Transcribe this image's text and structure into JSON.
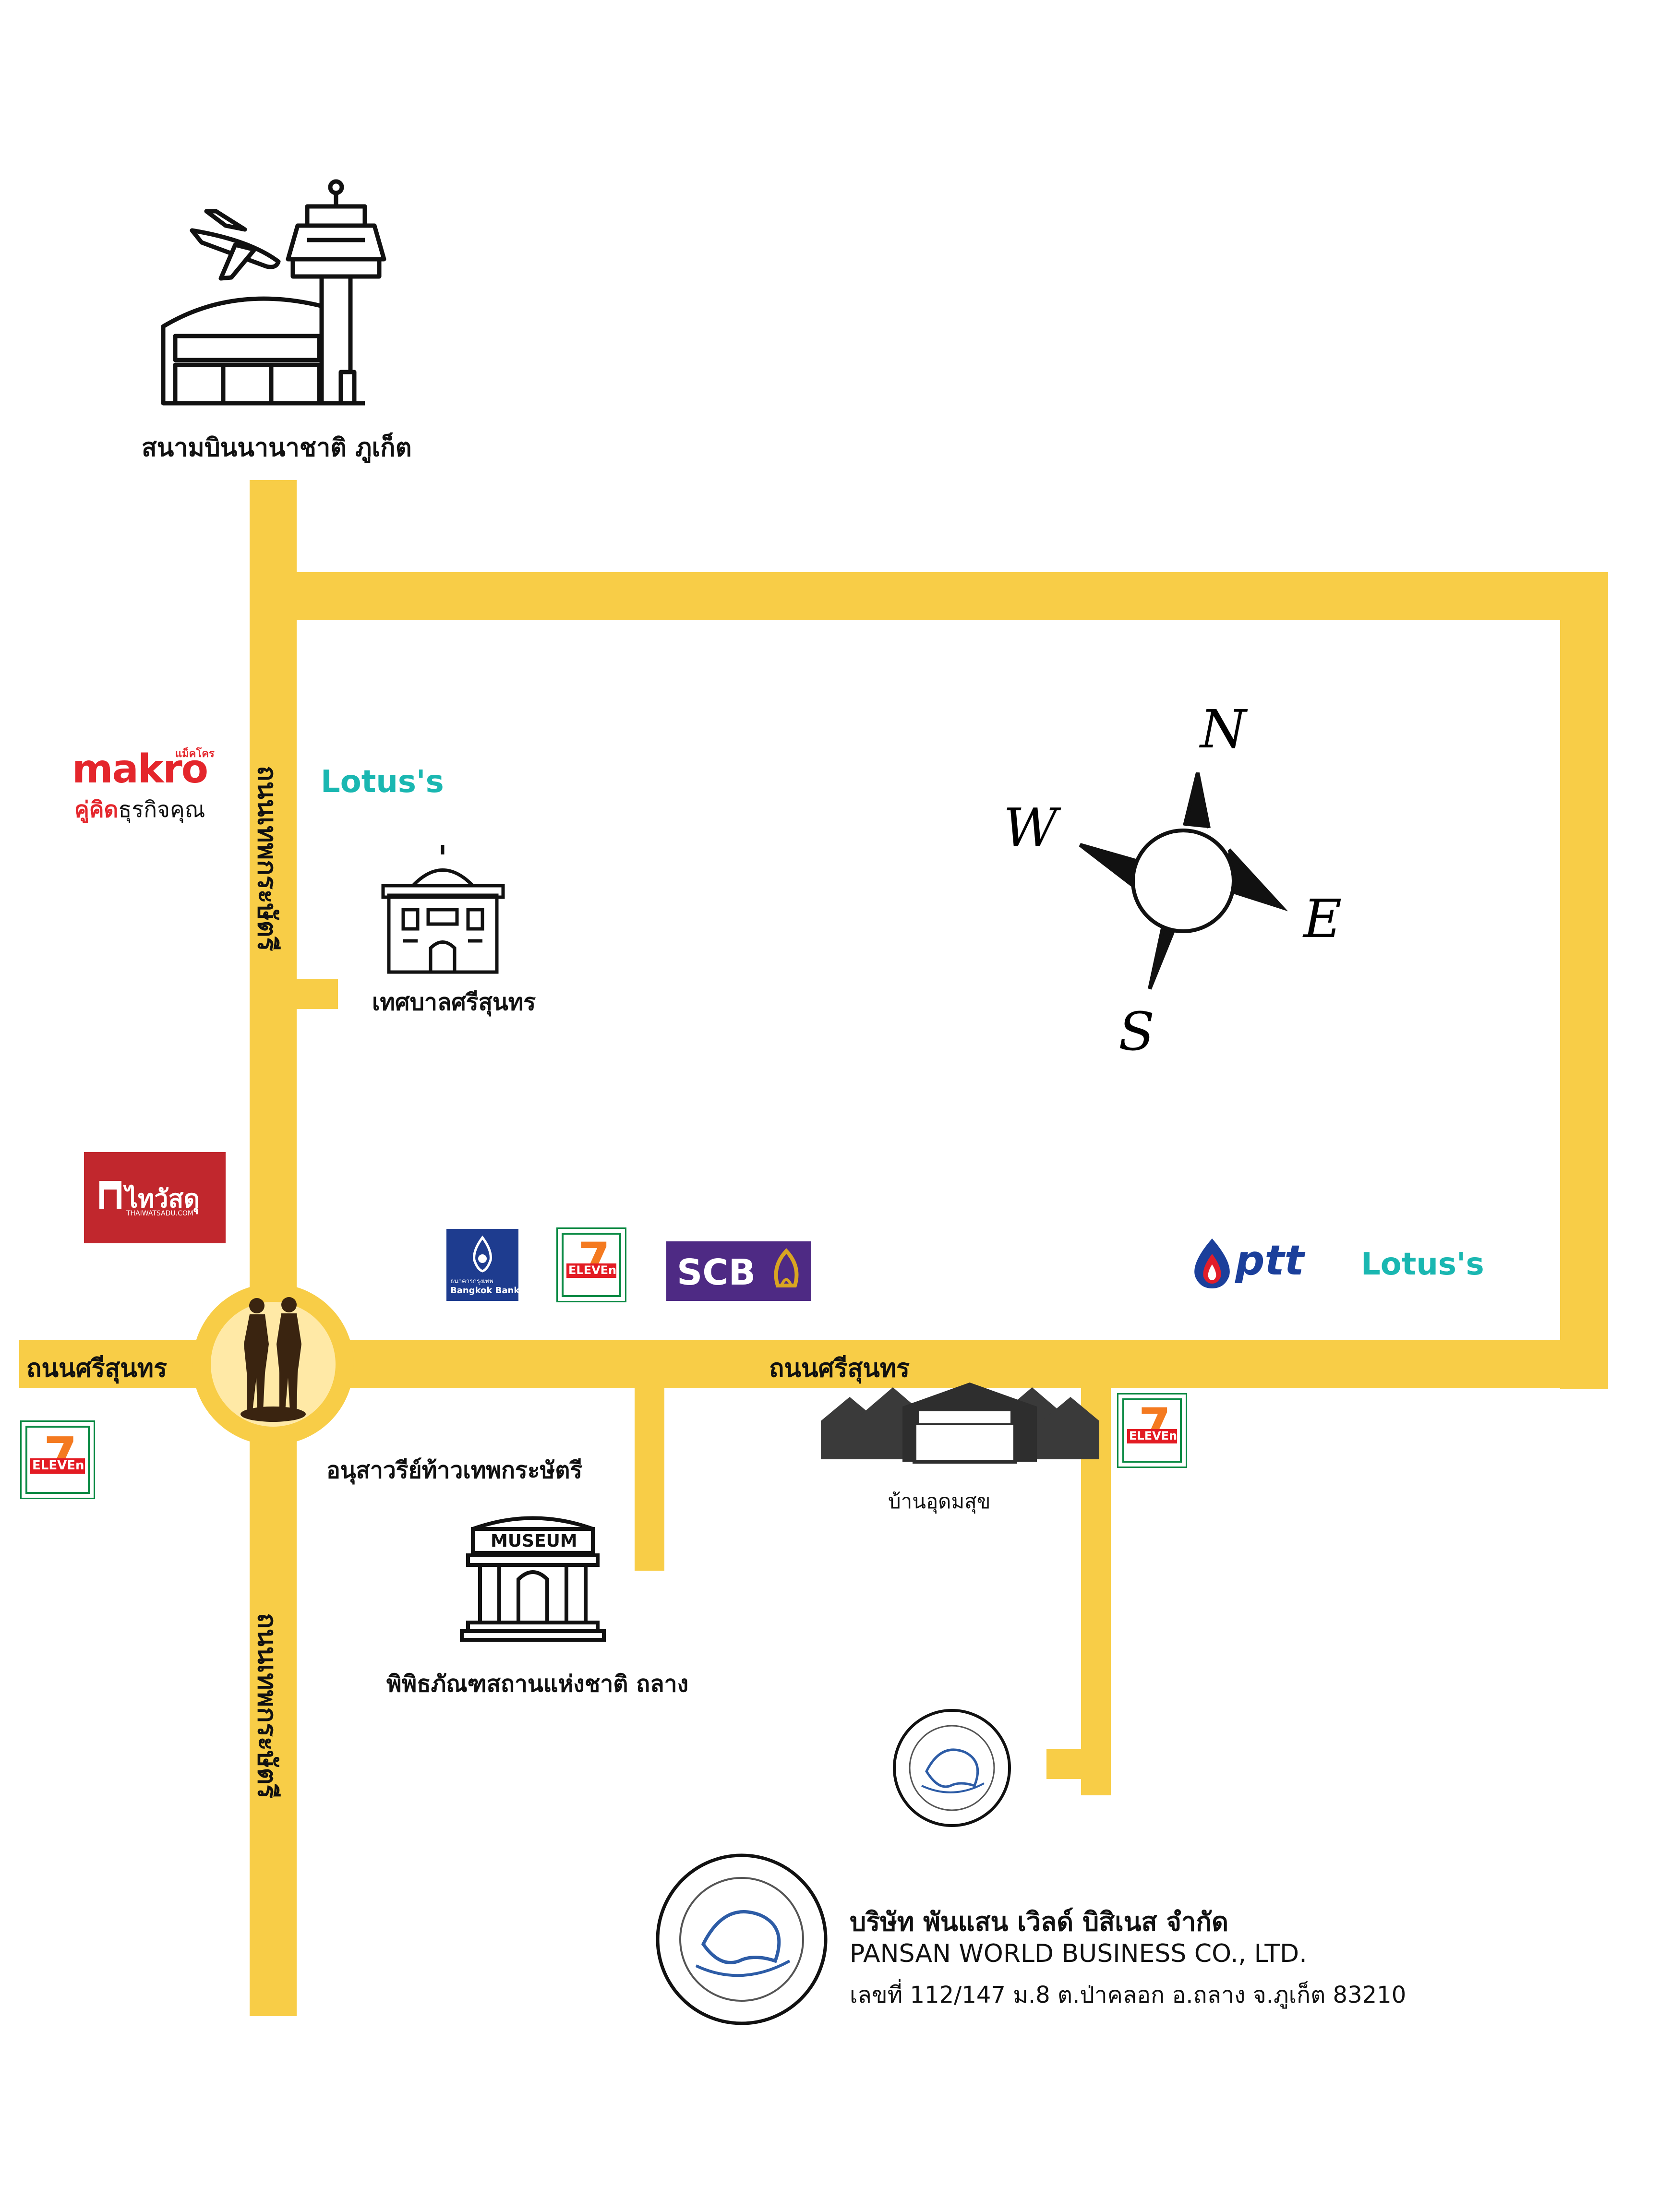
{
  "airport": {
    "label": "สนามบินนานาชาติ ภูเก็ต"
  },
  "roads": {
    "thepkrasattri_upper": "ถนนเทพกระษัตรี",
    "thepkrasattri_lower": "ถนนเทพกระษัตรี",
    "srisunthon_west": "ถนนศรีสุนทร",
    "srisunthon_east": "ถนนศรีสุนทร"
  },
  "compass": {
    "north": "N",
    "south": "S",
    "east": "E",
    "west": "W"
  },
  "landmarks": {
    "municipality": "เทศบาลศรีสุนทร",
    "monument": "อนุสาวรีย์ท้าวเทพกระษัตรี",
    "museum": "พิพิธภัณฑสถานแห่งชาติ ถลาง",
    "museum_sign": "MUSEUM",
    "village": "บ้านอุดมสุข"
  },
  "brands": {
    "makro_top": "แม็คโคร",
    "makro_name": "makro",
    "makro_tagline": "คู่คิดธุรกิจคุณ",
    "makro_tagline_a": "คู่คิด",
    "makro_tagline_b": "ธุรกิจคุณ",
    "lotus": "Lotus's",
    "thaiwatsadu": "ไทวัสดุ",
    "thaiwatsadu_sub": "THAIWATSADU.COM",
    "bangkok_bank_th": "ธนาคารกรุงเทพ",
    "bangkok_bank_en": "Bangkok Bank",
    "seven_eleven": "ELEVEn",
    "seven_digit": "7",
    "scb": "SCB",
    "ptt": "ptt"
  },
  "company": {
    "name_th": "บริษัท พันแสน เวิลด์ บิสิเนส จำกัด",
    "name_en": "PANSAN WORLD BUSINESS CO., LTD.",
    "address": "เลขที่ 112/147 ม.8 ต.ป่าคลอก อ.ถลาง จ.ภูเก็ต 83210"
  },
  "colors": {
    "road": "#f8cd47",
    "makro_red": "#e4262c",
    "lotus_teal": "#1ab7b1",
    "lotus_yellow": "#f5b400",
    "thaiwatsadu_red": "#c1272d",
    "bangkok_bank_blue": "#1e3c8f",
    "scb_purple": "#4e2a84",
    "scb_gold": "#d9a521",
    "ptt_blue": "#1b3f9b",
    "ptt_red": "#e11d2a",
    "seven_green": "#0a8a44",
    "seven_orange": "#f47a20",
    "seven_red": "#e31b23"
  }
}
